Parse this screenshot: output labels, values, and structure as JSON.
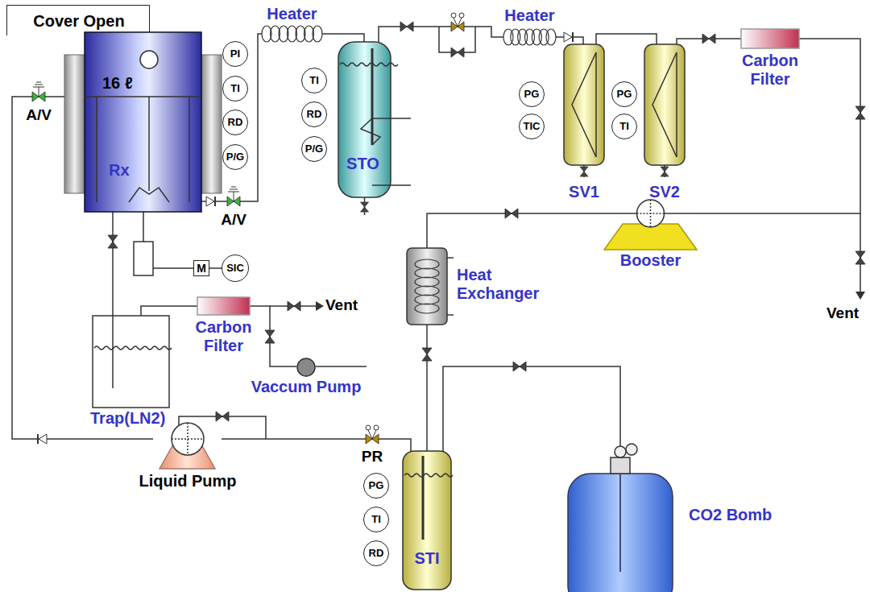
{
  "diagram": {
    "nodes": [
      {
        "text": [
          "Cover Open"
        ]
      },
      {
        "text": [
          "16 ℓ",
          "Rx"
        ]
      },
      {
        "text": [
          "PI"
        ]
      },
      {
        "text": [
          "TI"
        ]
      },
      {
        "text": [
          "RD"
        ]
      },
      {
        "text": [
          "P/G"
        ]
      },
      {
        "text": [
          "Heater"
        ]
      },
      {
        "text": [
          "STO"
        ]
      },
      {
        "text": [
          "TI"
        ]
      },
      {
        "text": [
          "RD"
        ]
      },
      {
        "text": [
          "P/G"
        ]
      },
      {
        "text": [
          "Heater"
        ]
      },
      {
        "text": [
          "SV1"
        ]
      },
      {
        "text": [
          "PG"
        ]
      },
      {
        "text": [
          "TIC"
        ]
      },
      {
        "text": [
          "SV2"
        ]
      },
      {
        "text": [
          "PG"
        ]
      },
      {
        "text": [
          "TI"
        ]
      },
      {
        "text": [
          "Carbon Filter"
        ]
      },
      {
        "text": [
          "Booster"
        ]
      },
      {
        "text": [
          "Heat Exchanger"
        ]
      },
      {
        "text": [
          "STI"
        ]
      },
      {
        "text": [
          "PG"
        ]
      },
      {
        "text": [
          "TI"
        ]
      },
      {
        "text": [
          "RD"
        ]
      },
      {
        "text": [
          "CO2 Bomb"
        ]
      },
      {
        "text": [
          "Liquid Pump"
        ]
      },
      {
        "text": [
          "Trap(LN2)"
        ]
      },
      {
        "text": [
          "Carbon Filter"
        ]
      },
      {
        "text": [
          "Vaccum Pump"
        ]
      },
      {
        "text": [
          "M"
        ]
      },
      {
        "text": [
          "SIC"
        ]
      }
    ],
    "edges": [
      {
        "from": 1,
        "to": 6,
        "arrow": "none"
      },
      {
        "from": 6,
        "to": 7,
        "arrow": "none"
      },
      {
        "from": 7,
        "to": 11,
        "arrow": "none"
      },
      {
        "from": 11,
        "to": 12,
        "arrow": "none"
      },
      {
        "from": 12,
        "to": 15,
        "arrow": "none"
      },
      {
        "from": 15,
        "to": 18,
        "arrow": "none"
      },
      {
        "from": 18,
        "to": 19,
        "arrow": "none"
      },
      {
        "from": 19,
        "to": 20,
        "arrow": "none"
      },
      {
        "from": 20,
        "to": 21,
        "arrow": "none"
      },
      {
        "from": 25,
        "to": 21,
        "arrow": "none"
      },
      {
        "from": 21,
        "to": 26,
        "arrow": "none"
      },
      {
        "from": 26,
        "to": 1,
        "arrow": "none"
      },
      {
        "from": 1,
        "to": 27,
        "arrow": "none"
      },
      {
        "from": 27,
        "to": 28,
        "arrow": "none"
      },
      {
        "from": 28,
        "to": 29,
        "arrow": "none"
      },
      {
        "from": 1,
        "to": 30,
        "arrow": "none"
      },
      {
        "from": 30,
        "to": 31,
        "arrow": "none"
      }
    ],
    "labels": [
      "A/V",
      "A/V",
      "PR",
      "Vent",
      "Vent"
    ]
  }
}
